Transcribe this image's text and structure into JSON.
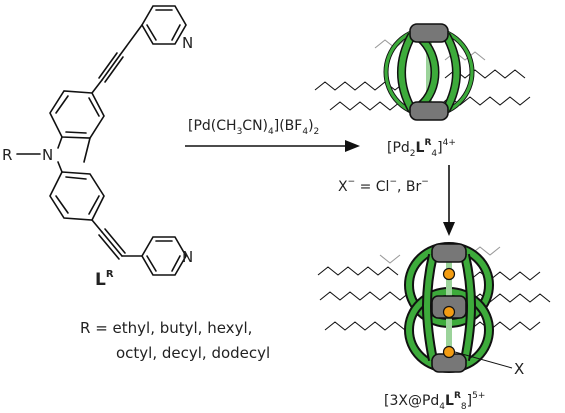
{
  "ligand": {
    "substituent_left": "R",
    "nitrogen_label": "N",
    "pyridine_n_label": "N",
    "ligand_label_main": "L",
    "ligand_label_sup": "R"
  },
  "reaction": {
    "reagent_part1": "[Pd(CH",
    "reagent_sub3": "3",
    "reagent_part2": "CN)",
    "reagent_sub4": "4",
    "reagent_part3": "](BF",
    "reagent_sub4b": "4",
    "reagent_part4": ")",
    "reagent_sub2": "2"
  },
  "cage_small": {
    "label_open": "[Pd",
    "label_sub2": "2",
    "label_L": "L",
    "label_sup_R": "R",
    "label_sub4": "4",
    "label_close": "]",
    "label_charge": "4+"
  },
  "anion_step": {
    "text_X": "X",
    "text_minus": "−",
    "text_rest": " = Cl",
    "text_minus2": "−",
    "text_comma": ", Br",
    "text_minus3": "−"
  },
  "cage_large": {
    "label_open": "[3X@Pd",
    "label_sub4": "4",
    "label_L": "L",
    "label_sup_R": "R",
    "label_sub8": "8",
    "label_close": "]",
    "label_charge": "5+",
    "x_callout": "X"
  },
  "r_groups": {
    "line1": "R = ethyl, butyl, hexyl,",
    "line2": "octyl, decyl, dodecyl"
  },
  "colors": {
    "cage_green": "#3dab3b",
    "anion_orange": "#f39c12",
    "pd_gray": "#777777"
  }
}
